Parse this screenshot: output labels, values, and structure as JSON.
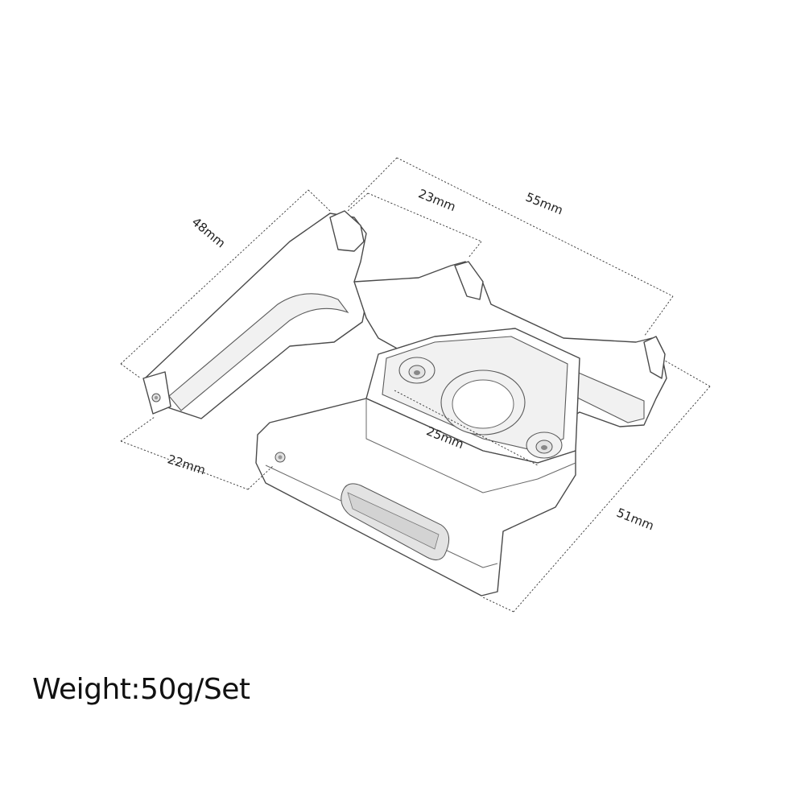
{
  "dimensions": {
    "d48": "48mm",
    "d23": "23mm",
    "d55": "55mm",
    "d25": "25mm",
    "d22": "22mm",
    "d51": "51mm"
  },
  "footer": {
    "weight_text": "Weight:50g/Set"
  },
  "colors": {
    "line": "#4a4a4a",
    "text": "#222222",
    "background": "#ffffff"
  }
}
